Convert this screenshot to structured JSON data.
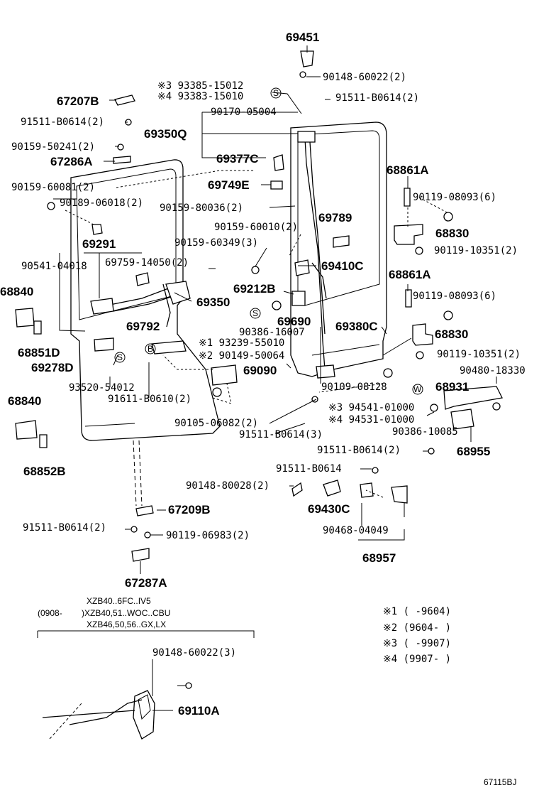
{
  "diagram": {
    "code": "67115BJ",
    "parts": {
      "p69451": "69451",
      "p90148_60022_2": "90148-60022(2)",
      "p93385": "※3 93385-15012",
      "p93383": "※4 93383-15010",
      "p91511_b0614_2_top": "91511-B0614(2)",
      "p67207b": "67207B",
      "p90170": "90170-05004",
      "p91511_b0614_2_left": "91511-B0614(2)",
      "p69350q": "69350Q",
      "p90159_50241": "90159-50241(2)",
      "p67286a": "67286A",
      "p69377c": "69377C",
      "p68861a_1": "68861A",
      "p69749e": "69749E",
      "p90159_60081": "90159-60081(2)",
      "p90119_08093_1": "90119-08093(6)",
      "p90189_06018": "90189-06018(2)",
      "p90159_80036": "90159-80036(2)",
      "p69789": "69789",
      "p68830_1": "68830",
      "p90159_60010": "90159-60010(2)",
      "p69291": "69291",
      "p90159_60349": "90159-60349(3)",
      "p90119_10351_1": "90119-10351(2)",
      "p90541": "90541-04018",
      "p69759": "69759-14050(2)",
      "p69410c": "69410C",
      "p68861a_2": "68861A",
      "p68840_1": "68840",
      "p69212b": "69212B",
      "p90119_08093_2": "90119-08093(6)",
      "p69350": "69350",
      "p69690": "69690",
      "p69380c": "69380C",
      "p69792": "69792",
      "p90386_16007": "90386-16007",
      "p68830_2": "68830",
      "p68851d": "68851D",
      "p93239": "※1 93239-55010",
      "p90149": "※2 90149-50064",
      "p90119_10351_2": "90119-10351(2)",
      "p69278d": "69278D",
      "p69090": "69090",
      "p90480": "90480-18330",
      "p90109": "90109-08128",
      "p68931": "68931",
      "p93520": "93520-54012",
      "p91611": "91611-B0610(2)",
      "p94541": "※3 94541-01000",
      "p94531": "※4 94531-01000",
      "p68840_2": "68840",
      "p90105": "90105-06082(2)",
      "p90386_10085": "90386-10085",
      "p91511_b0614_3": "91511-B0614(3)",
      "p91511_b0614_2_right": "91511-B0614(2)",
      "p68955": "68955",
      "p68852b": "68852B",
      "p91511_b0614": "91511-B0614",
      "p90148_80028": "90148-80028(2)",
      "p69430c": "69430C",
      "p67209b": "67209B",
      "p91511_b0614_2_bot": "91511-B0614(2)",
      "p90468": "90468-04049",
      "p90119_06983": "90119-06983(2)",
      "p68957": "68957",
      "p67287a": "67287A",
      "p90148_60022_3": "90148-60022(3)",
      "p69110a": "69110A"
    },
    "models": {
      "date": "(0908-",
      "line1": "XZB40..6FC..IV5",
      "line2": ")XZB40,51..WOC..CBU",
      "line3": "XZB46,50,56..GX,LX"
    },
    "legend": [
      "※1 (     -9604)",
      "※2 (9604-      )",
      "※3 (     -9907)",
      "※4 (9907-      )"
    ],
    "circle_marks": {
      "s": "S",
      "b": "B",
      "w": "W"
    }
  }
}
